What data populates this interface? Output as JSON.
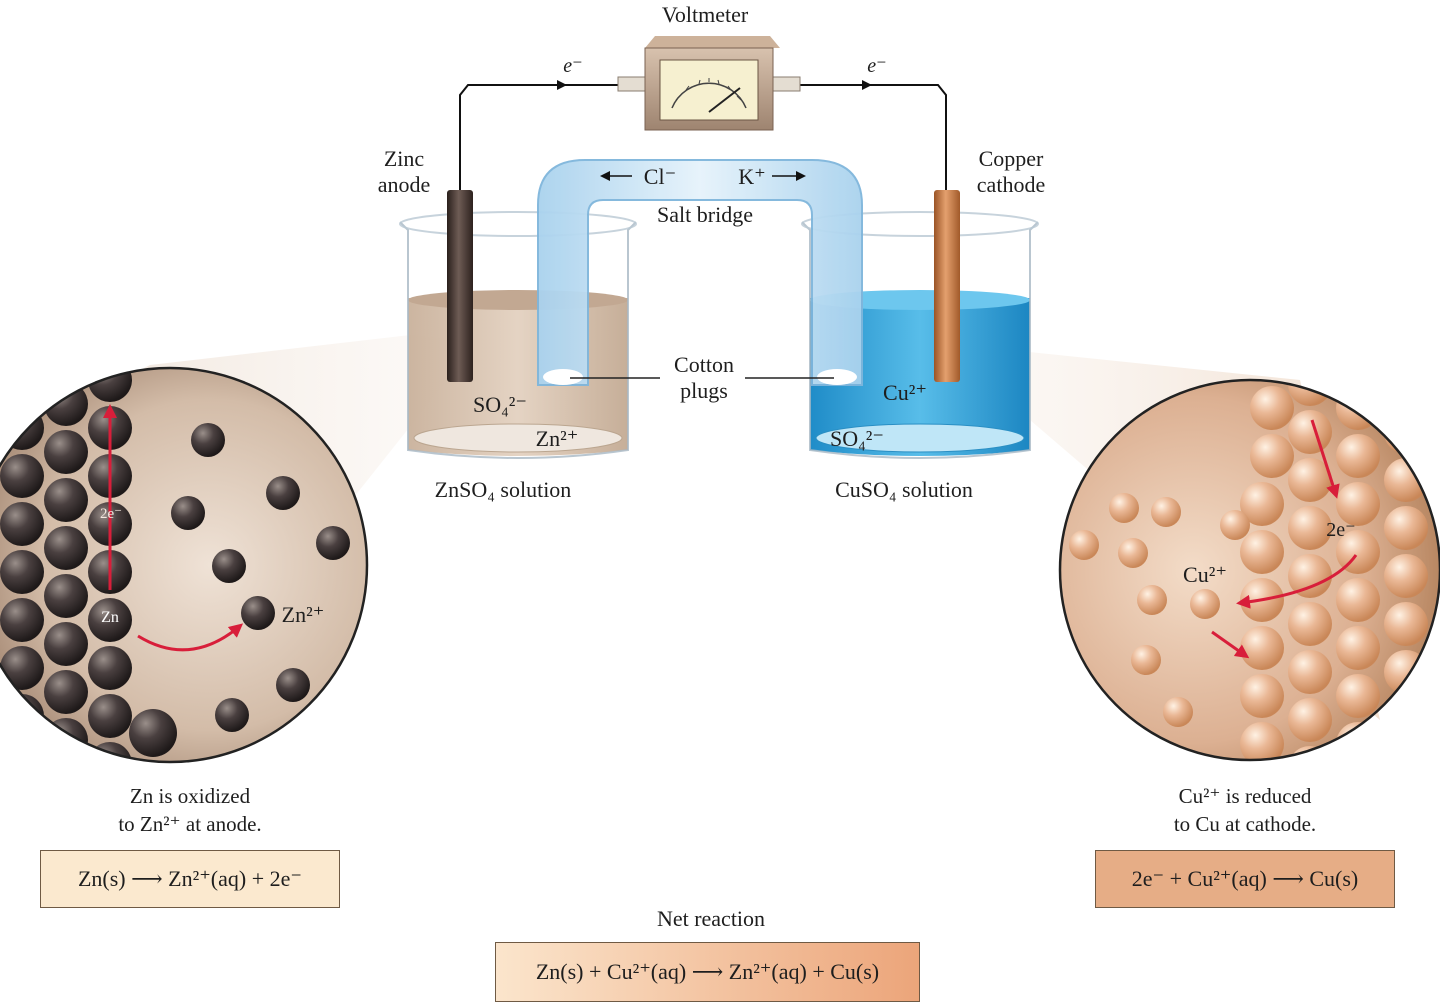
{
  "labels": {
    "voltmeter": "Voltmeter",
    "electron_left": "e⁻",
    "electron_right": "e⁻",
    "zinc_anode_l1": "Zinc",
    "zinc_anode_l2": "anode",
    "copper_cathode_l1": "Copper",
    "copper_cathode_l2": "cathode",
    "chloride": "Cl⁻",
    "potassium": "K⁺",
    "salt_bridge": "Salt bridge",
    "cotton_l1": "Cotton",
    "cotton_l2": "plugs",
    "so4_left": "SO₄²⁻",
    "zn2_beaker": "Zn²⁺",
    "cu2_beaker": "Cu²⁺",
    "so4_right": "SO₄²⁻",
    "znso4": "ZnSO₄ solution",
    "cuso4": "CuSO₄ solution",
    "zn_atom": "Zn",
    "zn2_ion": "Zn²⁺",
    "two_e_left": "2e⁻",
    "cu2_ion": "Cu²⁺",
    "two_e_right": "2e⁻",
    "net_reaction": "Net reaction"
  },
  "captions": {
    "anode_line1": "Zn is oxidized",
    "anode_line2": "to Zn²⁺ at anode.",
    "cathode_line1": "Cu²⁺ is reduced",
    "cathode_line2": "to Cu at cathode."
  },
  "equations": {
    "anode": "Zn(s) ⟶ Zn²⁺(aq) + 2e⁻",
    "cathode": "2e⁻ + Cu²⁺(aq) ⟶ Cu(s)",
    "net": "Zn(s) + Cu²⁺(aq) ⟶ Zn²⁺(aq) + Cu(s)"
  },
  "colors": {
    "zn_solution": "#d8c2ad",
    "cu_solution": "#3aa6dc",
    "zinc_electrode": "#4a3c36",
    "copper_electrode": "#c97a48",
    "zn_atom": "#3d3535",
    "cu_atom": "#e8b48a",
    "arrow": "#d81e3a",
    "anode_box": "#fbe9cf",
    "cathode_box": "#e6ad86"
  }
}
